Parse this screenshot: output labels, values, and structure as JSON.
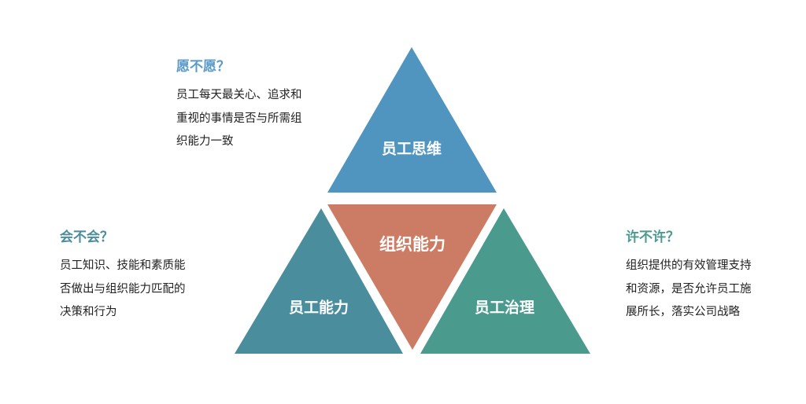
{
  "triangles": {
    "top": {
      "label": "员工思维",
      "color": "#5094C0"
    },
    "left": {
      "label": "员工能力",
      "color": "#4A8E9E"
    },
    "right": {
      "label": "员工治理",
      "color": "#4A9A8E"
    },
    "center": {
      "label": "组织能力",
      "color": "#CC7B64"
    }
  },
  "blocks": {
    "willing": {
      "heading": "愿不愿？",
      "color": "#5A9BC6",
      "lines": [
        "员工每天最关心、追求和",
        "重视的事情是否与所需组",
        "织能力一致"
      ]
    },
    "able": {
      "heading": "会不会？",
      "color": "#4A8E9E",
      "lines": [
        "员工知识、技能和素质能",
        "否做出与组织能力匹配的",
        "决策和行为"
      ]
    },
    "allowed": {
      "heading": "许不许？",
      "color": "#4A9A8E",
      "lines": [
        "组织提供的有效管理支持",
        "和资源，是否允许员工施",
        "展所长，落实公司战略"
      ]
    }
  }
}
